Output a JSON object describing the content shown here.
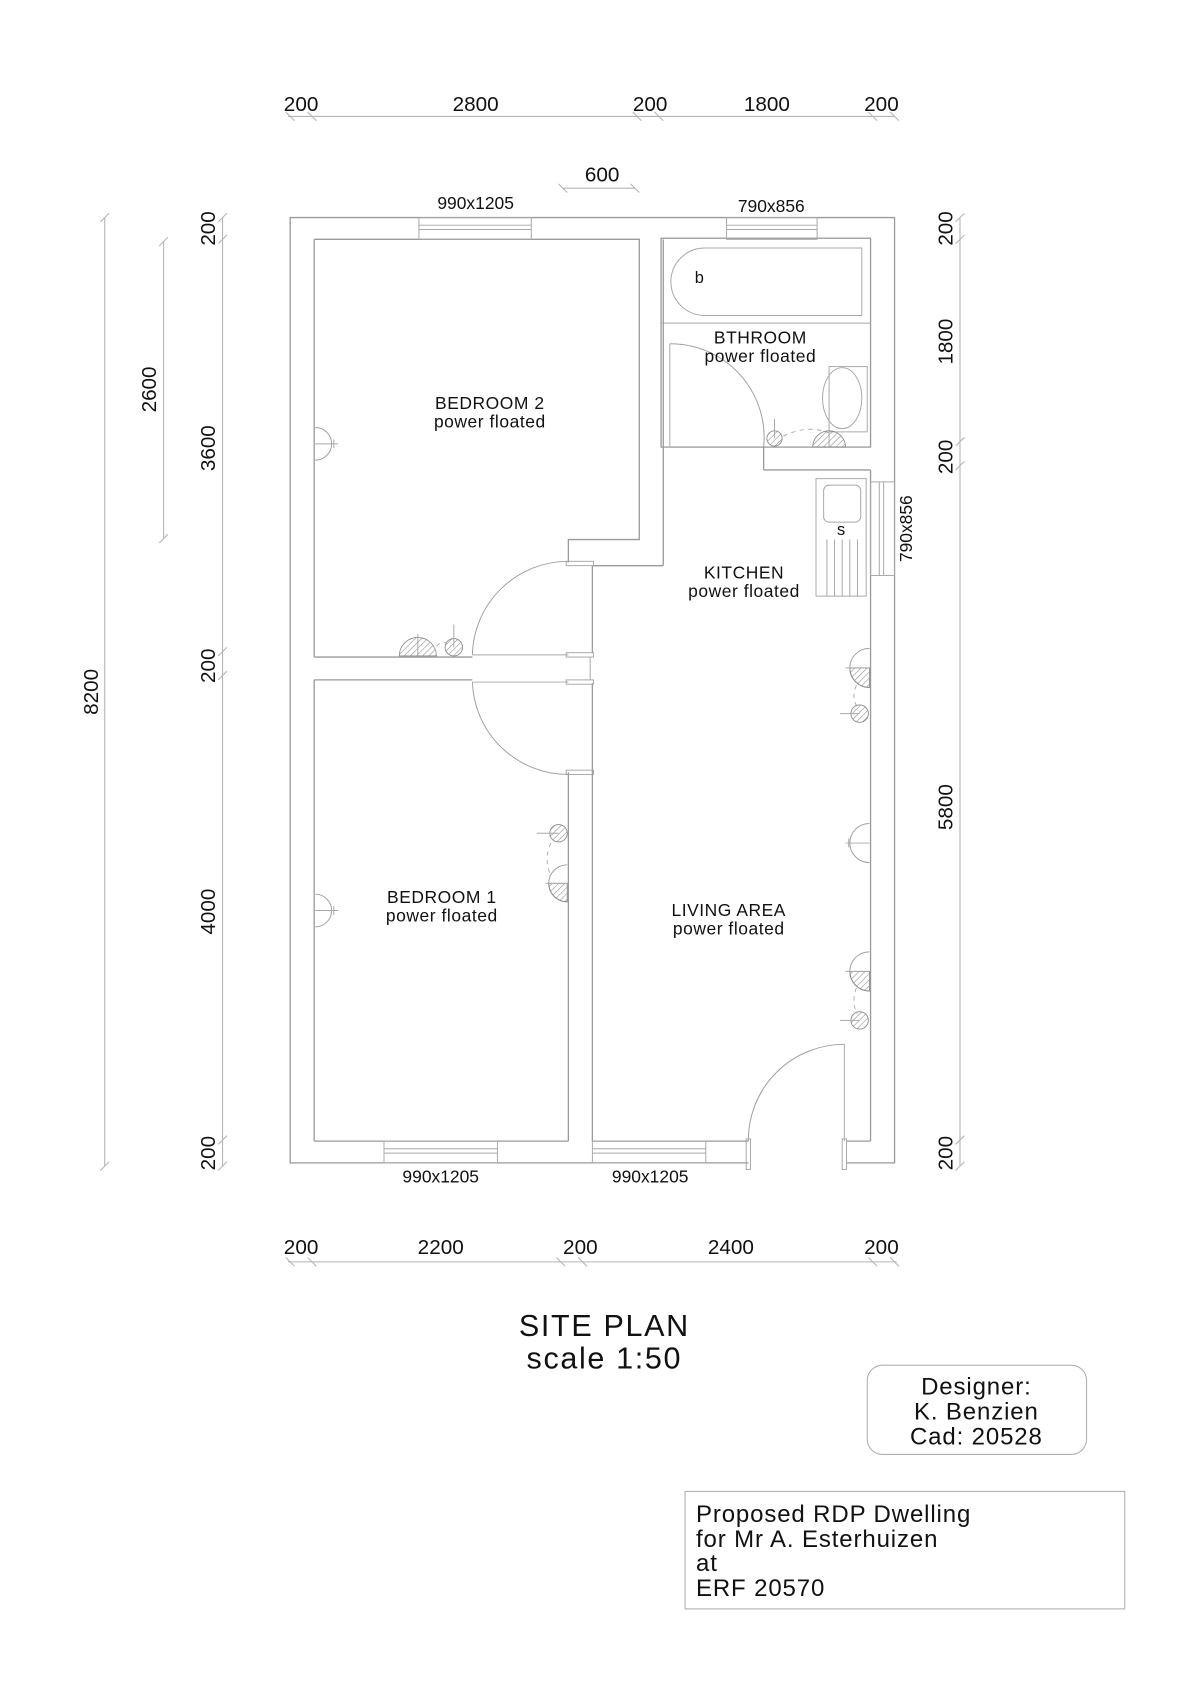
{
  "title": {
    "main": "SITE PLAN",
    "scale": "scale 1:50"
  },
  "designer": {
    "line1": "Designer:",
    "line2": "K. Benzien",
    "line3": "Cad: 20528"
  },
  "project": {
    "line1": "Proposed RDP Dwelling",
    "line2": "for Mr A. Esterhuizen",
    "line3": "at",
    "line4": "ERF 20570"
  },
  "rooms": {
    "bedroom2": {
      "name": "BEDROOM 2",
      "finish": "power floated"
    },
    "bedroom1": {
      "name": "BEDROOM 1",
      "finish": "power floated"
    },
    "bathroom": {
      "name": "BTHROOM",
      "finish": "power floated"
    },
    "kitchen": {
      "name": "KITCHEN",
      "finish": "power floated"
    },
    "living": {
      "name": "LIVING AREA",
      "finish": "power floated"
    }
  },
  "fixtures": {
    "bath_label": "b",
    "sink_label": "s"
  },
  "windows": {
    "top_bedroom2": "990x1205",
    "top_bathroom": "790x856",
    "right_kitchen": "790x856",
    "bottom_bedroom1": "990x1205",
    "bottom_living": "990x1205"
  },
  "dimensions": {
    "top": [
      "200",
      "2800",
      "200",
      "1800",
      "200"
    ],
    "top_offset": "600",
    "bottom": [
      "200",
      "2200",
      "200",
      "2400",
      "200"
    ],
    "left_inner": [
      "200",
      "3600",
      "200",
      "4000",
      "200"
    ],
    "left_mid": "2600",
    "left_outer": "8200",
    "right": [
      "200",
      "1800",
      "200",
      "5800",
      "200"
    ]
  }
}
